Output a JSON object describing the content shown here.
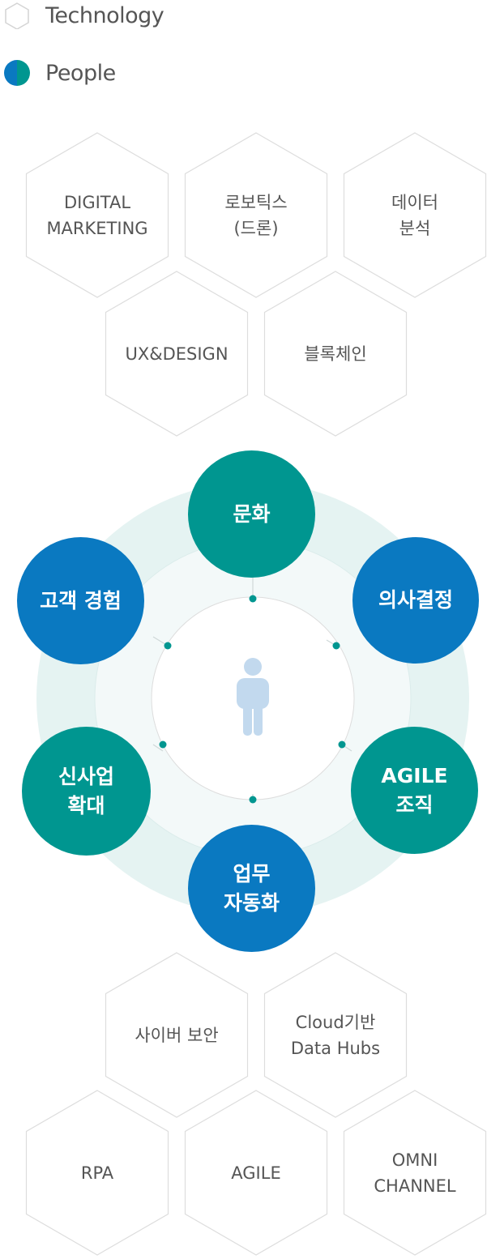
{
  "legend": [
    {
      "label": "Technology",
      "icon": "hexagon-outline-icon"
    },
    {
      "label": "People",
      "icon": "two-tone-circle-icon"
    }
  ],
  "colors": {
    "blue": "#0a79c1",
    "teal": "#009690",
    "hex_stroke": "#dddddd",
    "ring_outer": "#e5f3f2",
    "ring_mid": "#f3f9f9",
    "person": "#c2d9ee"
  },
  "technology_top": [
    {
      "lines": [
        "DIGITAL",
        "MARKETING"
      ]
    },
    {
      "lines": [
        "로보틱스",
        "(드론)"
      ]
    },
    {
      "lines": [
        "데이터",
        "분석"
      ]
    },
    {
      "lines": [
        "UX&DESIGN"
      ]
    },
    {
      "lines": [
        "블록체인"
      ]
    }
  ],
  "people": [
    {
      "lines": [
        "문화"
      ],
      "color": "teal"
    },
    {
      "lines": [
        "의사결정"
      ],
      "color": "blue"
    },
    {
      "lines": [
        "AGILE",
        "조직"
      ],
      "color": "teal"
    },
    {
      "lines": [
        "업무",
        "자동화"
      ],
      "color": "blue"
    },
    {
      "lines": [
        "신사업",
        "확대"
      ],
      "color": "teal"
    },
    {
      "lines": [
        "고객 경험"
      ],
      "color": "blue"
    }
  ],
  "center_icon": "person-icon",
  "technology_bottom": [
    {
      "lines": [
        "사이버 보안"
      ]
    },
    {
      "lines": [
        "Cloud기반",
        "Data Hubs"
      ]
    },
    {
      "lines": [
        "RPA"
      ]
    },
    {
      "lines": [
        "AGILE"
      ]
    },
    {
      "lines": [
        "OMNI",
        "CHANNEL"
      ]
    }
  ]
}
